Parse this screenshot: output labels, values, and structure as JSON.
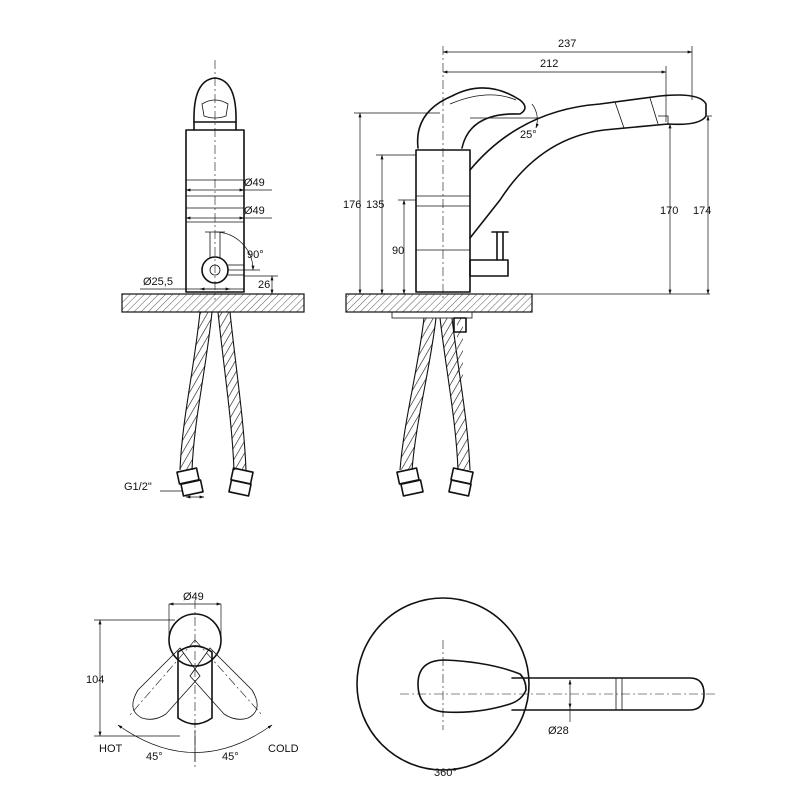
{
  "drawing": {
    "side_view": {
      "dims": {
        "dia_top": "Ø49",
        "dia_bottom": "Ø49",
        "angle": "90°",
        "dia_base": "Ø25,5",
        "height_base": "26",
        "thread": "G1/2\""
      }
    },
    "front_view": {
      "dims": {
        "length_total": "237",
        "length_spout": "212",
        "lever_angle": "25°",
        "height_total": "176",
        "height_body": "135",
        "height_lower": "90",
        "height_outlet": "170",
        "height_spout": "174"
      }
    },
    "top_view_lever": {
      "dims": {
        "dia": "Ø49",
        "depth": "104",
        "hot_label": "HOT",
        "cold_label": "COLD",
        "angle_left": "45°",
        "angle_right": "45°"
      }
    },
    "top_view_rotation": {
      "dims": {
        "dia_spout": "Ø28",
        "rotation": "360°"
      }
    }
  }
}
